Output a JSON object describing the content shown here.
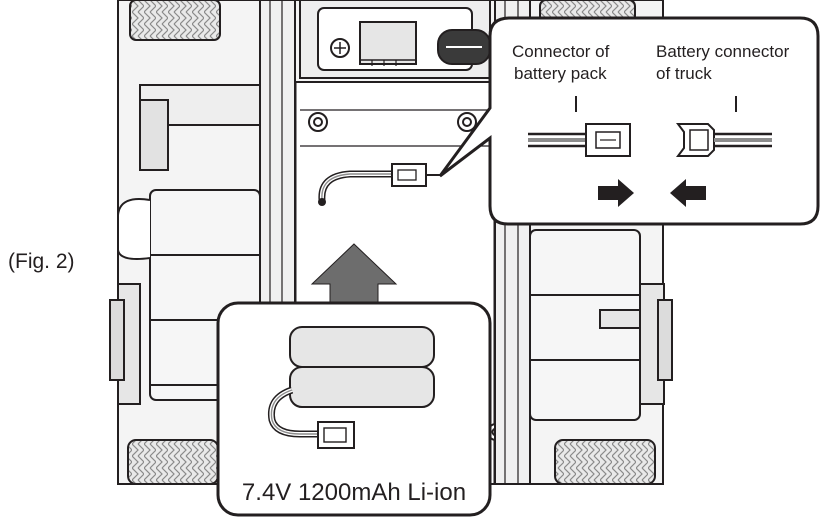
{
  "figure": {
    "label": "(Fig. 2)"
  },
  "callout_connectors": {
    "pack_connector_label_line1": "Connector of",
    "pack_connector_label_line2": "battery pack",
    "truck_connector_label_line1": "Battery connector",
    "truck_connector_label_line2": "of truck"
  },
  "callout_battery": {
    "spec_label": "7.4V 1200mAh Li-ion"
  },
  "icons": {
    "insert_arrow": "up-arrow",
    "connect_right_arrow": "right-arrow",
    "connect_left_arrow": "left-arrow"
  },
  "colors": {
    "line": "#231f20",
    "shade_light": "#e6e6e6",
    "shade_mid": "#cfcfcf",
    "shade_dark": "#9a9a9a",
    "arrow_gray": "#6d6d6d"
  }
}
